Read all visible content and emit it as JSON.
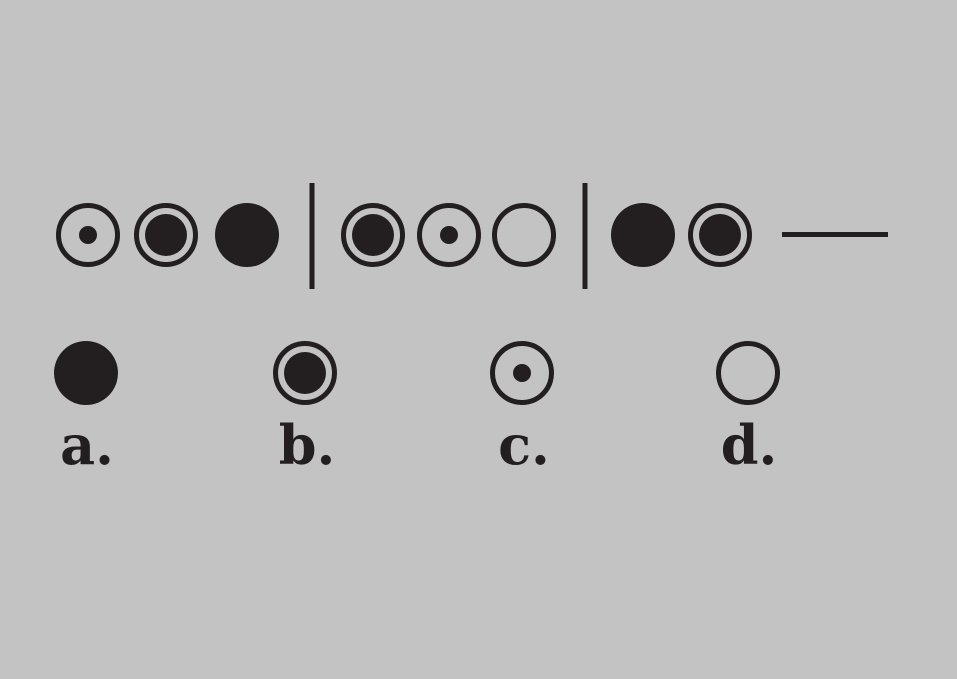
{
  "colors": {
    "background": "#c3c3c3",
    "ink": "#231f20"
  },
  "sequence": {
    "groups": [
      [
        "target-icon",
        "ring-icon",
        "disc-icon"
      ],
      [
        "ring-icon",
        "target-icon",
        "circle-icon"
      ],
      [
        "disc-icon",
        "ring-icon"
      ]
    ],
    "missing_item": "blank-line"
  },
  "options": [
    {
      "label": "a.",
      "icon": "disc-icon"
    },
    {
      "label": "b.",
      "icon": "ring-icon"
    },
    {
      "label": "c.",
      "icon": "target-icon"
    },
    {
      "label": "d.",
      "icon": "circle-icon"
    }
  ]
}
